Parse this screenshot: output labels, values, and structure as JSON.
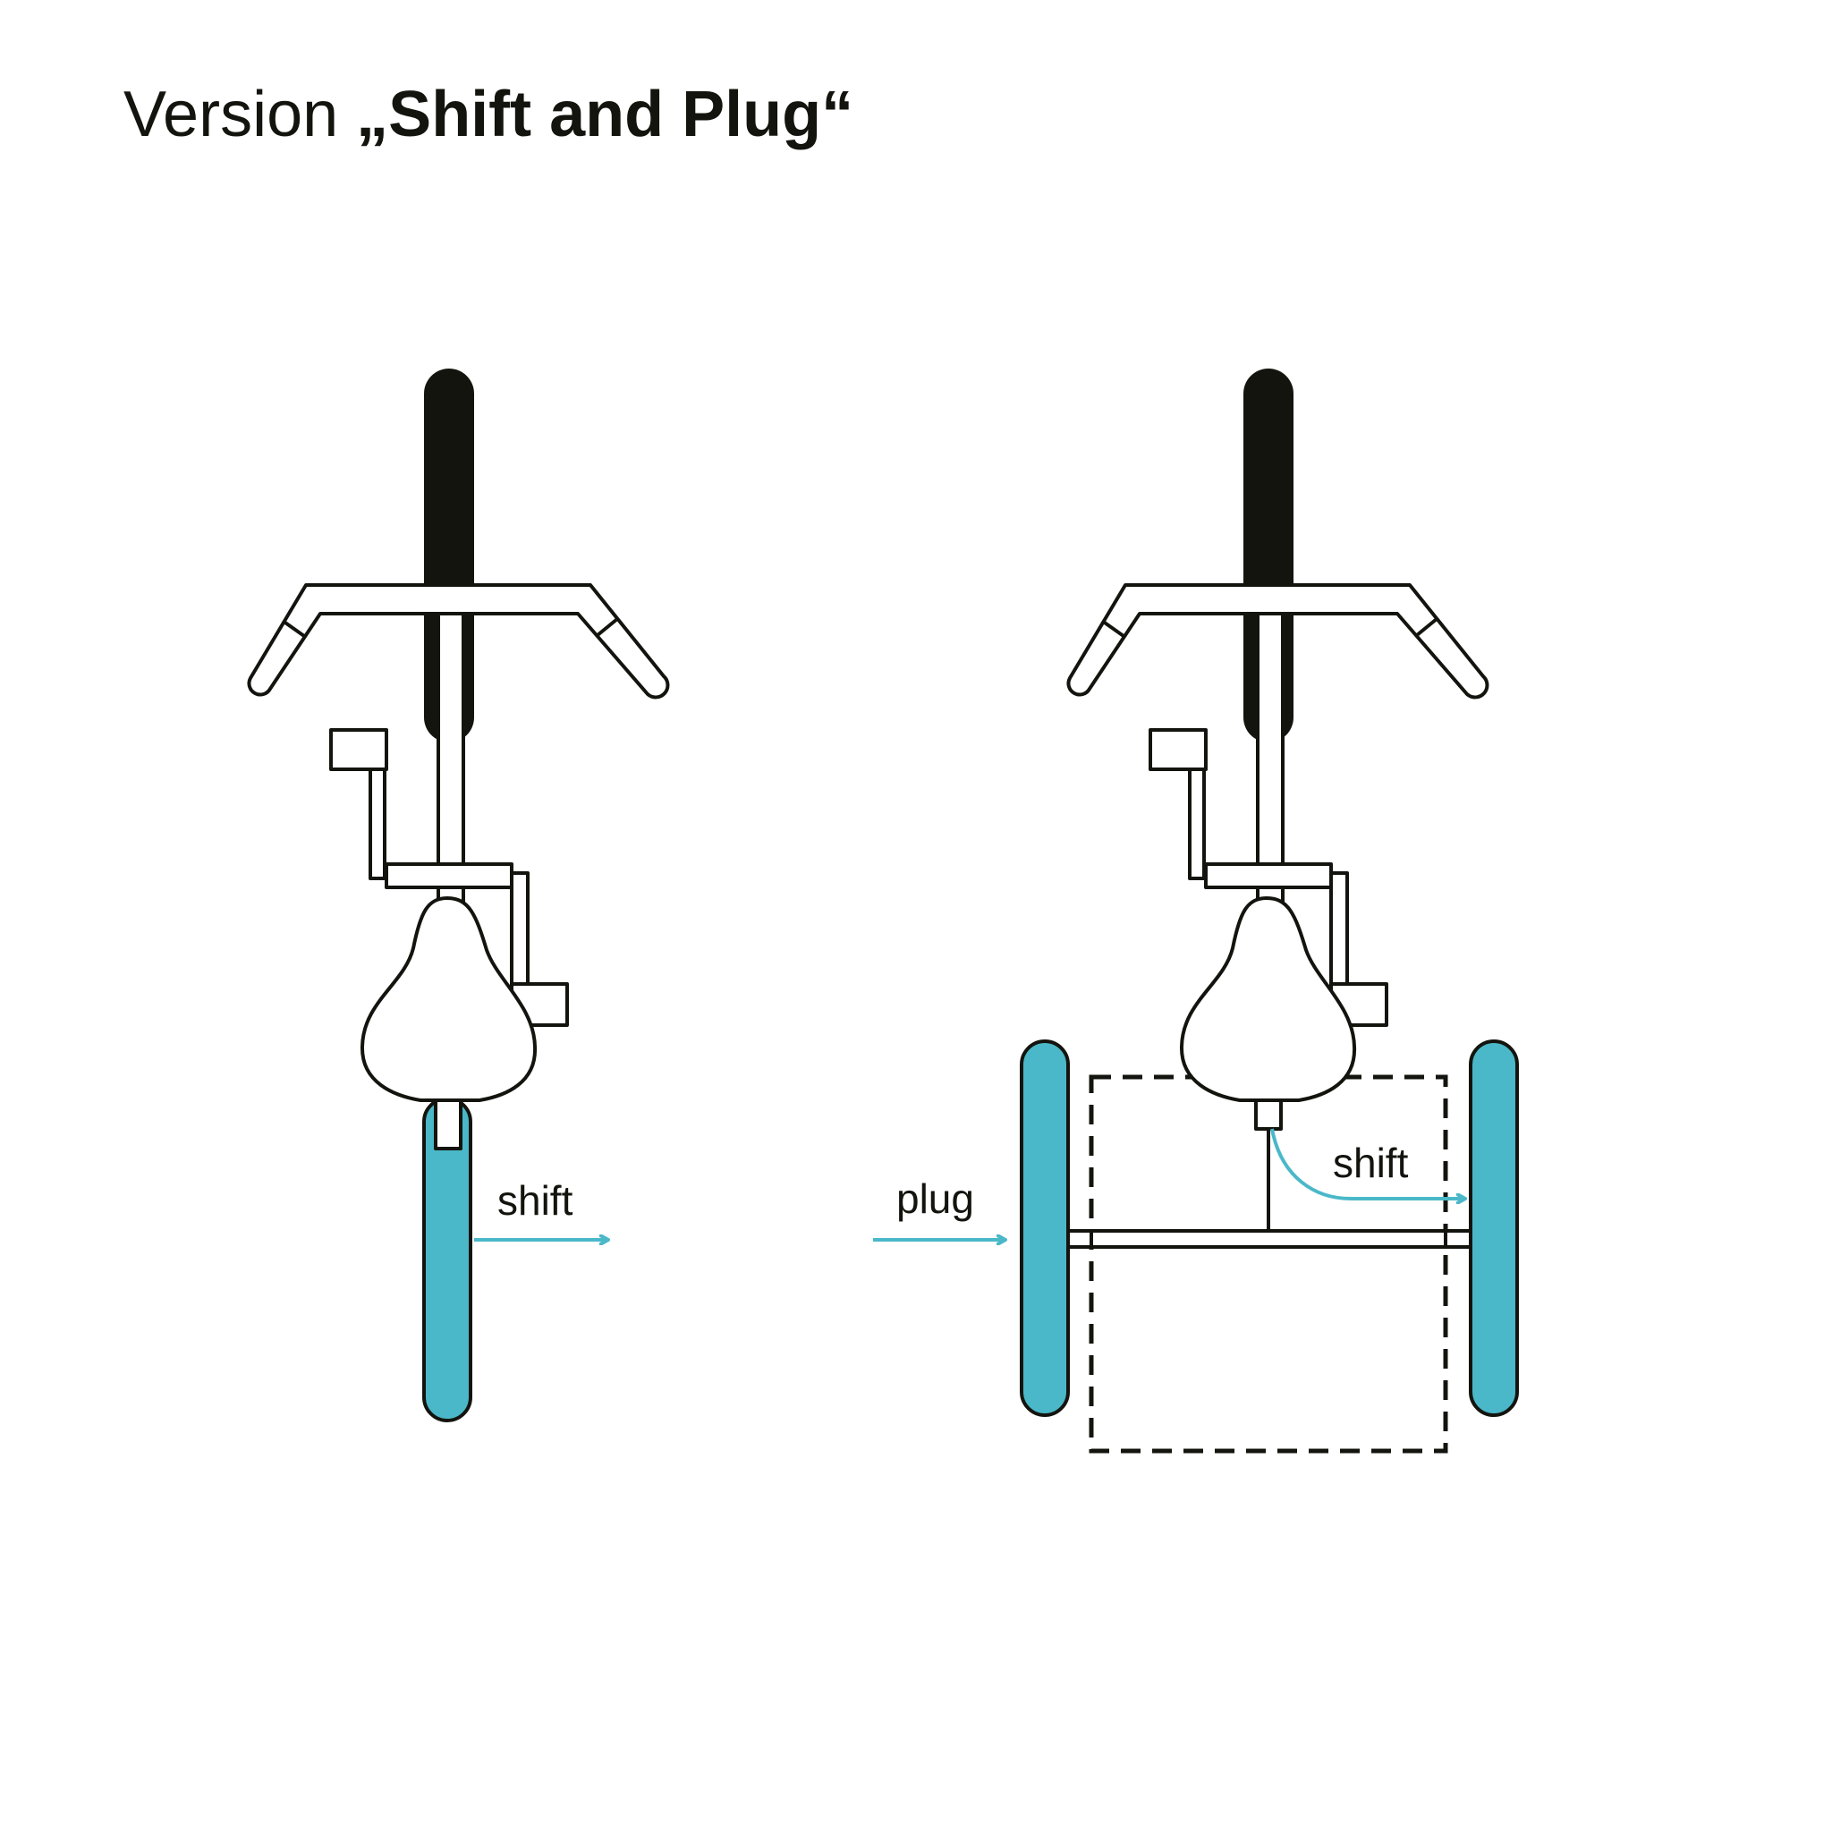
{
  "title": {
    "prefix": "Version",
    "emphasis": "„Shift and Plug“"
  },
  "labels": {
    "left_shift": "shift",
    "right_plug": "plug",
    "right_shift": "shift"
  },
  "colors": {
    "ink": "#14140f",
    "accent": "#4ab8c8",
    "background": "#ffffff"
  }
}
